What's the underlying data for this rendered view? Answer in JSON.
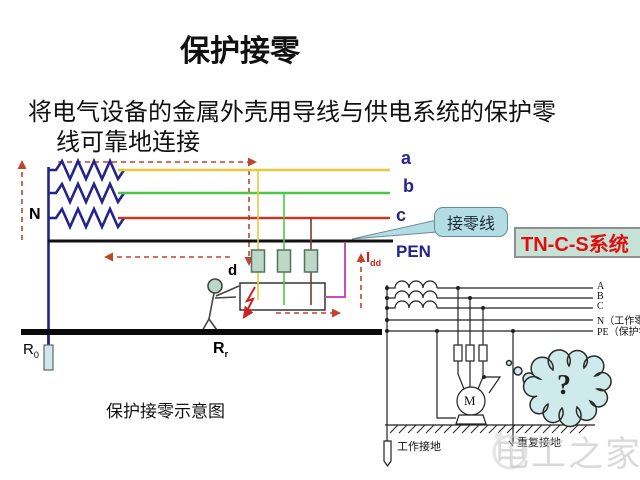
{
  "slide": {
    "title": "保护接零",
    "body_line1": "将电气设备的金属外壳用导线与供电系统的保护零",
    "body_line2": "线可靠地连接",
    "caption": "保护接零示意图",
    "watermark": "电工之家"
  },
  "main_diagram": {
    "source_label": "N",
    "phase_labels": {
      "a": "a",
      "b": "b",
      "c": "c"
    },
    "pen_label": "PEN",
    "callout_label": "接零线",
    "system_label": "TN-C-S系统",
    "fault_point_label": "d",
    "fault_current": {
      "base": "I",
      "sub": "dd"
    },
    "source_ground_resistance": {
      "base": "R",
      "sub": "0"
    },
    "person_ground_resistance": {
      "base": "R",
      "sub": "r"
    }
  },
  "inset_diagram": {
    "line_labels": [
      "A",
      "B",
      "C",
      "N（工作零）",
      "PE（保护零）"
    ],
    "motor_label": "M",
    "working_ground_label": "工作接地",
    "repeated_ground_label": "重复接地",
    "question_mark": "?"
  },
  "colors": {
    "phase_a_yellow": "#e8c83c",
    "phase_b_green": "#4cc847",
    "phase_c_red": "#c03a28",
    "coil_navy": "#24248a",
    "fault_dash_red": "#c0452e",
    "pe_wire_magenta": "#c050c0",
    "fault_current_red": "#d41f1f",
    "fuse_fill": "#bcd8c8",
    "callout_fill": "#b3dce4",
    "system_box_fill": "#c6e2d6",
    "system_text_red": "#e01010",
    "cloud_fill": "#ceeaea"
  }
}
